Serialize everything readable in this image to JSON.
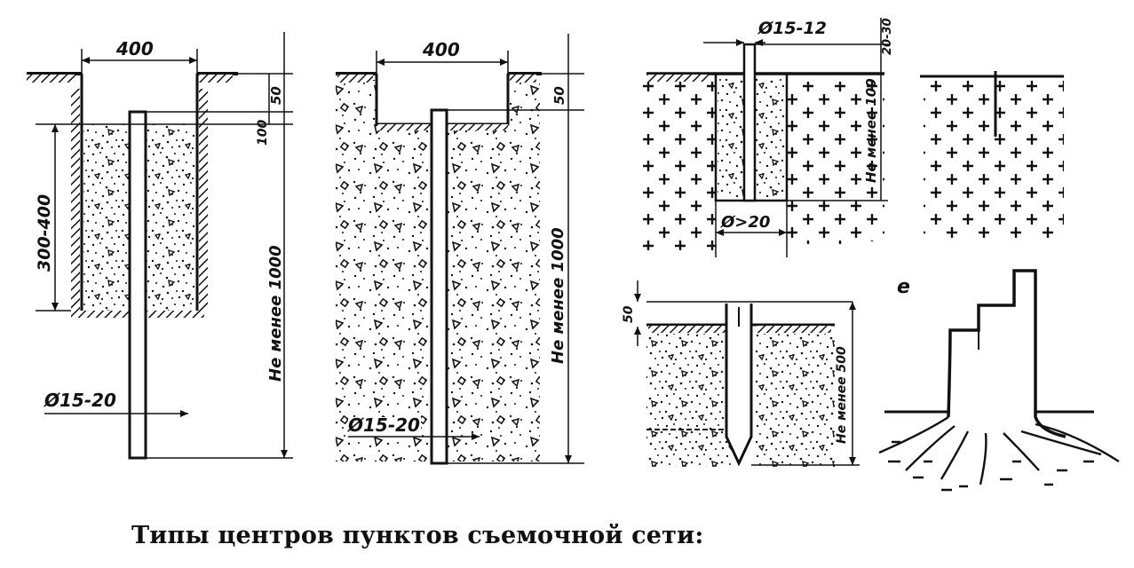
{
  "figure": {
    "caption": "Типы центров пунктов съемочной сети:",
    "colors": {
      "ink": "#111111",
      "paper": "#ffffff"
    },
    "panel_a": {
      "width_label": "400",
      "top_label": "50",
      "mid_label": "100",
      "depth_label": "300-400",
      "total_label": "Не менее 1000",
      "diameter_label": "Ø15-20"
    },
    "panel_b": {
      "width_label": "400",
      "top_label": "50",
      "total_label": "Не менее 1000",
      "diameter_label": "Ø15-20"
    },
    "panel_c": {
      "diameter_label": "Ø15-12",
      "top_label": "20-30",
      "depth_label": "Не менее 100",
      "hole_label": "Ø>20"
    },
    "panel_e": {
      "top_label": "50",
      "depth_label": "Не менее 500"
    },
    "panel_f": {
      "letter": "е"
    }
  }
}
